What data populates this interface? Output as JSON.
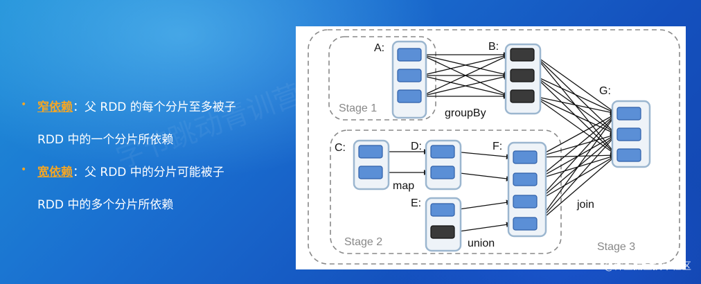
{
  "bullets": [
    {
      "term": "窄依赖",
      "line1_rest": "：父 RDD 的每个分片至多被子",
      "line2": "RDD 中的一个分片所依赖"
    },
    {
      "term": "宽依赖",
      "line1_rest": "：父 RDD 中的分片可能被子",
      "line2": "RDD 中的多个分片所依赖"
    }
  ],
  "diagram": {
    "stages": {
      "s1": "Stage 1",
      "s2": "Stage 2",
      "s3": "Stage 3"
    },
    "rdd_labels": {
      "A": "A:",
      "B": "B:",
      "C": "C:",
      "D": "D:",
      "E": "E:",
      "F": "F:",
      "G": "G:"
    },
    "ops": {
      "groupBy": "groupBy",
      "map": "map",
      "union": "union",
      "join": "join"
    },
    "colors": {
      "partition": "#5b8fd6",
      "partition_dark": "#3a3a3a",
      "rdd_border": "#9bb6cf",
      "stage_border": "#888888",
      "edge": "#111111"
    }
  },
  "watermark": "@稀土掘金技术社区",
  "ghost_text": "字节跳动青训营"
}
